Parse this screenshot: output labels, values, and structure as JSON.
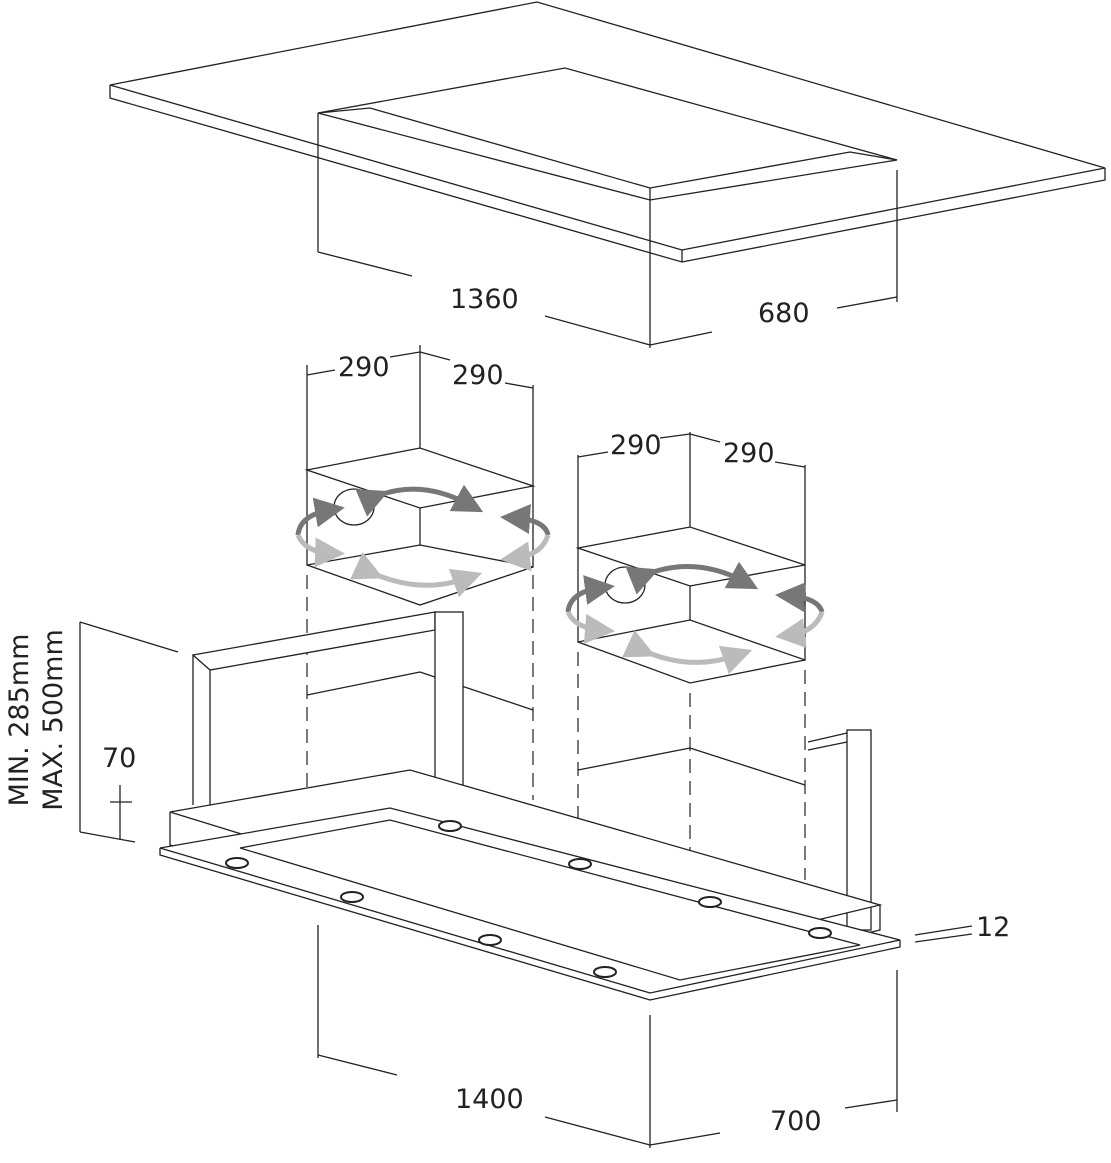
{
  "title": "Ceiling hood installation dimensions",
  "unit": "mm",
  "cutout": {
    "width": "1360",
    "depth": "680"
  },
  "duct_left": {
    "a": "290",
    "b": "290"
  },
  "duct_right": {
    "a": "290",
    "b": "290"
  },
  "height": {
    "min": "MIN. 285mm",
    "max": "MAX. 500mm",
    "frame": "70"
  },
  "panel_thickness": "12",
  "hood": {
    "width": "1400",
    "depth": "700"
  },
  "colors": {
    "line": "#222222",
    "arrow_dark": "#777777",
    "arrow_light": "#bbbbbb"
  }
}
